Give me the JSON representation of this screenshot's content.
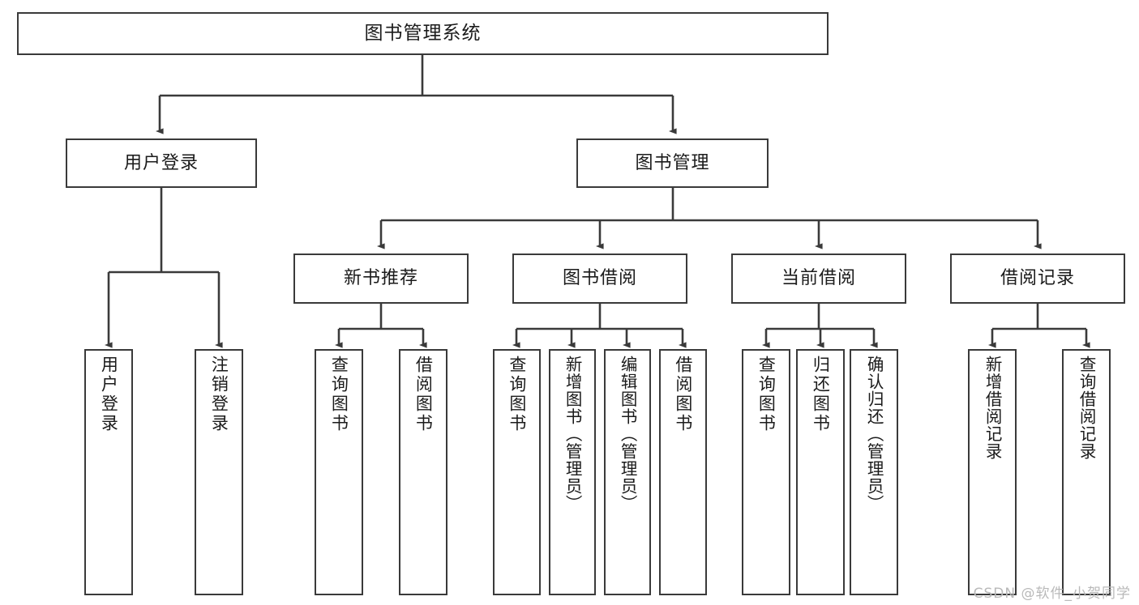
{
  "diagram": {
    "title": "图书管理系统",
    "type": "tree",
    "theme": {
      "background": "#ffffff",
      "box_border": "#3a3a3a",
      "box_fill": "#ffffff",
      "text": "#1b1b1b",
      "edge": "#3a3a3a",
      "watermark": "#b9b9b9"
    },
    "root": {
      "label": "图书管理系统"
    },
    "level1": [
      {
        "label": "用户登录"
      },
      {
        "label": "图书管理"
      }
    ],
    "level2": [
      {
        "label": "新书推荐"
      },
      {
        "label": "图书借阅"
      },
      {
        "label": "当前借阅"
      },
      {
        "label": "借阅记录"
      }
    ],
    "leaves": {
      "user_login": [
        {
          "label": "用户登录"
        },
        {
          "label": "注销登录"
        }
      ],
      "new_book_recommend": [
        {
          "label": "查询图书"
        },
        {
          "label": "借阅图书"
        }
      ],
      "book_borrow": [
        {
          "label": "查询图书"
        },
        {
          "label": "新增图书（管理员）"
        },
        {
          "label": "编辑图书（管理员）"
        },
        {
          "label": "借阅图书"
        }
      ],
      "current_borrow": [
        {
          "label": "查询图书"
        },
        {
          "label": "归还图书"
        },
        {
          "label": "确认归还（管理员）"
        }
      ],
      "borrow_record": [
        {
          "label": "新增借阅记录"
        },
        {
          "label": "查询借阅记录"
        }
      ]
    }
  },
  "watermark": {
    "text": "CSDN @软件_小贺同学"
  }
}
